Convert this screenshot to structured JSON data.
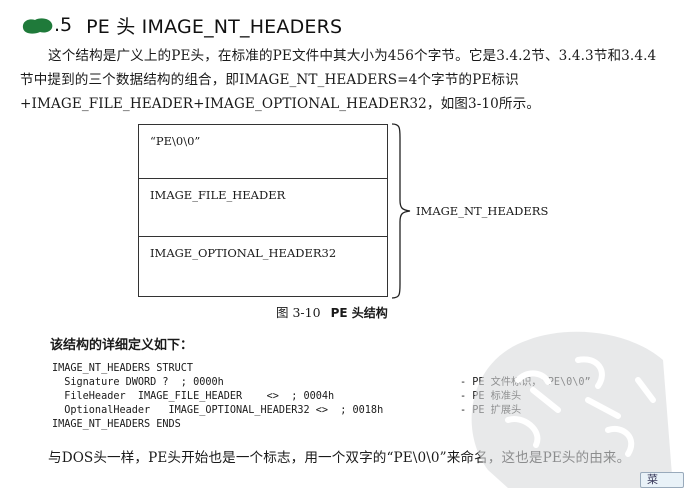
{
  "heading": {
    "number": ".5",
    "title": "PE 头 IMAGE_NT_HEADERS"
  },
  "paragraph1": "这个结构是广义上的PE头，在标准的PE文件中其大小为456个字节。它是3.4.2节、3.4.3节和3.4.4节中提到的三个数据结构的组合，即IMAGE_NT_HEADERS=4个字节的PE标识+IMAGE_FILE_HEADER+IMAGE_OPTIONAL_HEADER32，如图3-10所示。",
  "figure": {
    "rows": [
      "“PE\\0\\0”",
      "IMAGE_FILE_HEADER",
      "IMAGE_OPTIONAL_HEADER32"
    ],
    "brace_label": "IMAGE_NT_HEADERS",
    "caption_number": "图 3-10",
    "caption_title": "PE 头结构"
  },
  "definition_heading": "该结构的详细定义如下：",
  "code": {
    "lines": [
      "IMAGE_NT_HEADERS STRUCT",
      "  Signature DWORD ?  ; 0000h",
      "  FileHeader  IMAGE_FILE_HEADER    <>  ; 0004h",
      "  OptionalHeader   IMAGE_OPTIONAL_HEADER32 <>  ; 0018h",
      "IMAGE_NT_HEADERS ENDS"
    ],
    "comments": [
      "",
      "- PE 文件标识，“PE\\0\\0”",
      "- PE 标准头",
      "- PE 扩展头",
      ""
    ]
  },
  "paragraph2": "与DOS头一样，PE头开始也是一个标志，用一个双字的“PE\\0\\0”来命名，这也是PE头的由来。",
  "corner_tag": "菜"
}
